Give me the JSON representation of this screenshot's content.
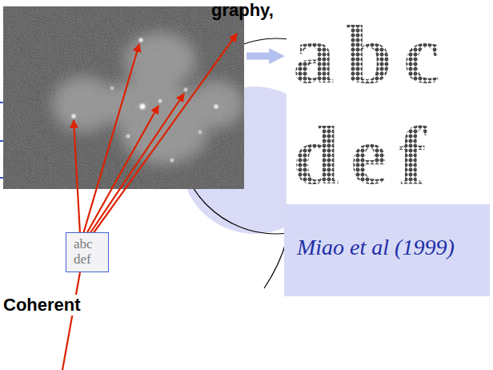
{
  "diagram": {
    "nodes": [
      {
        "text": [
          "abc",
          "def"
        ]
      },
      {
        "text": [
          "Miao et al (1999)"
        ]
      },
      {
        "text": [
          "abc",
          "def"
        ]
      }
    ],
    "labels": [
      "graphy,",
      "Coherent"
    ]
  }
}
